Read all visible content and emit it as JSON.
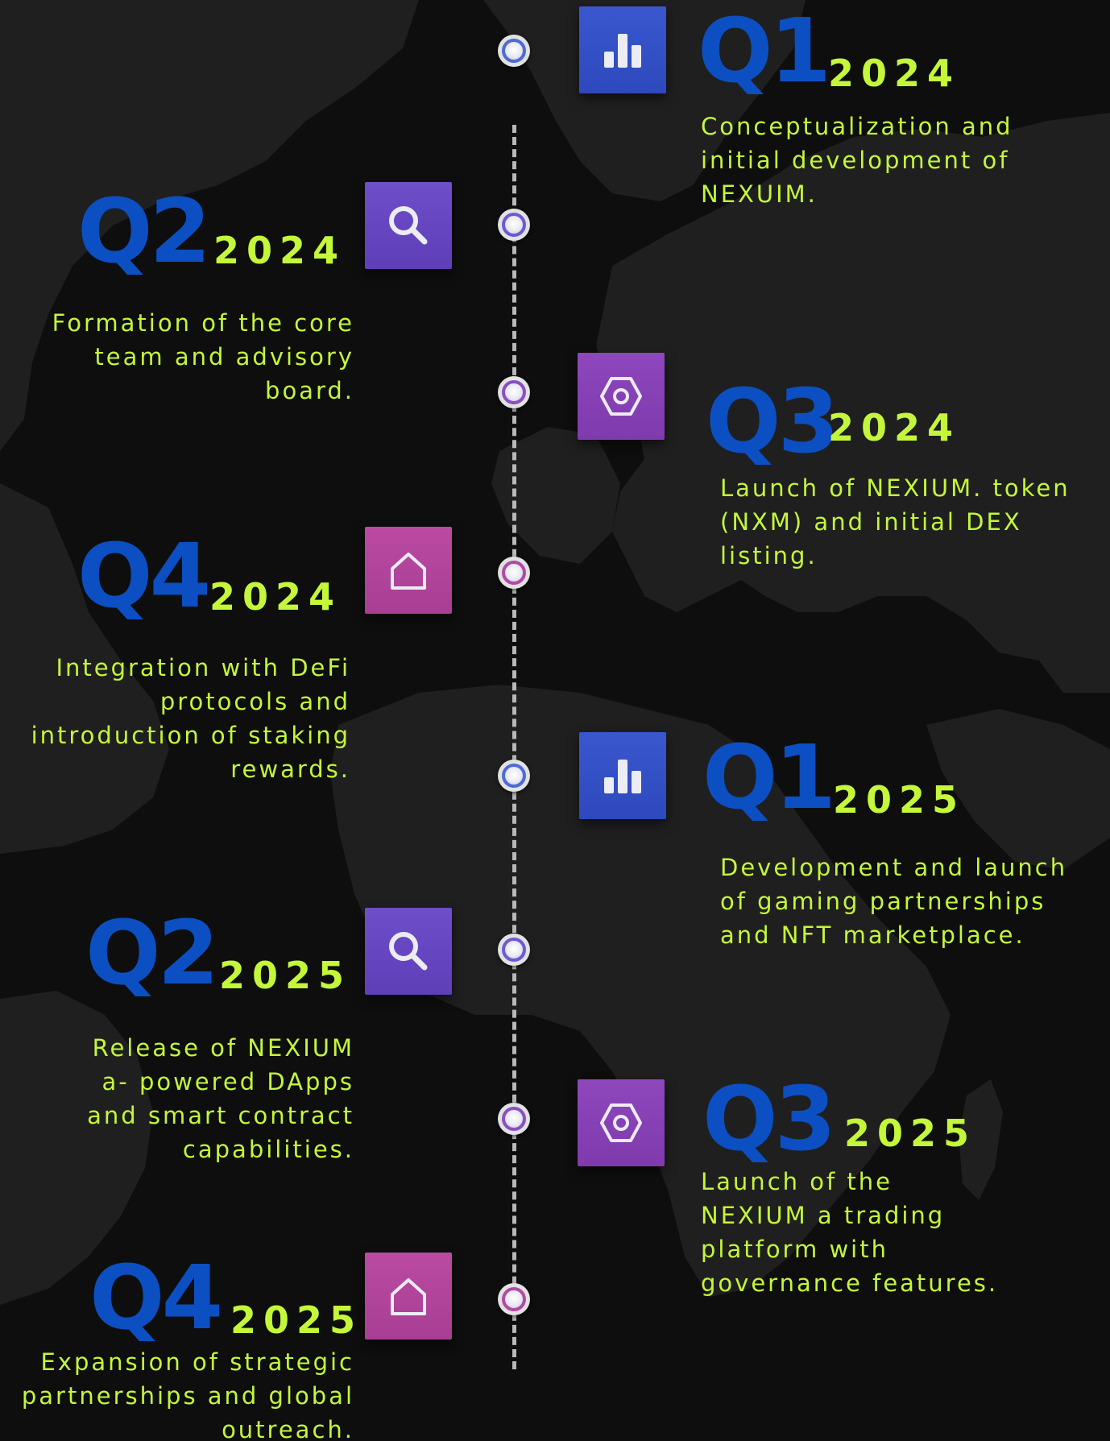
{
  "colors": {
    "background": "#0e0e0e",
    "map": "#1f1f1f",
    "quarter_text": "#0b4fc2",
    "year_text": "#c4f73a",
    "description_text": "#c4f73a",
    "timeline_line": "#b8b8b8",
    "tile_blue": "#3350c6",
    "tile_violet": "#6d48c4",
    "tile_purple": "#8f42b3",
    "tile_pink": "#b8459e"
  },
  "milestones": [
    {
      "quarter": "Q1",
      "year": "2024",
      "icon": "bar-chart-icon",
      "description": [
        "Conceptualization and",
        "initial development of",
        "NEXUIM."
      ]
    },
    {
      "quarter": "Q2",
      "year": "2024",
      "icon": "search-icon",
      "description": [
        "Formation of the core",
        "team and advisory",
        "board."
      ]
    },
    {
      "quarter": "Q3",
      "year": "2024",
      "icon": "hex-nut-icon",
      "description": [
        "Launch of NEXIUM. token",
        "(NXM) and initial DEX",
        "listing."
      ]
    },
    {
      "quarter": "Q4",
      "year": "2024",
      "icon": "home-icon",
      "description": [
        "Integration with DeFi",
        "protocols and",
        "introduction of staking",
        "rewards."
      ]
    },
    {
      "quarter": "Q1",
      "year": "2025",
      "icon": "bar-chart-icon",
      "description": [
        "Development and launch",
        "of gaming partnerships",
        "and NFT marketplace."
      ]
    },
    {
      "quarter": "Q2",
      "year": "2025",
      "icon": "search-icon",
      "description": [
        "Release of NEXIUM",
        "a- powered DApps",
        "and smart contract",
        "capabilities."
      ]
    },
    {
      "quarter": "Q3",
      "year": "2025",
      "icon": "hex-nut-icon",
      "description": [
        "Launch of the",
        "NEXIUM a trading",
        "platform with",
        "governance features."
      ]
    },
    {
      "quarter": "Q4",
      "year": "2025",
      "icon": "home-icon",
      "description": [
        "Expansion of strategic",
        "partnerships and global",
        "outreach."
      ]
    }
  ]
}
